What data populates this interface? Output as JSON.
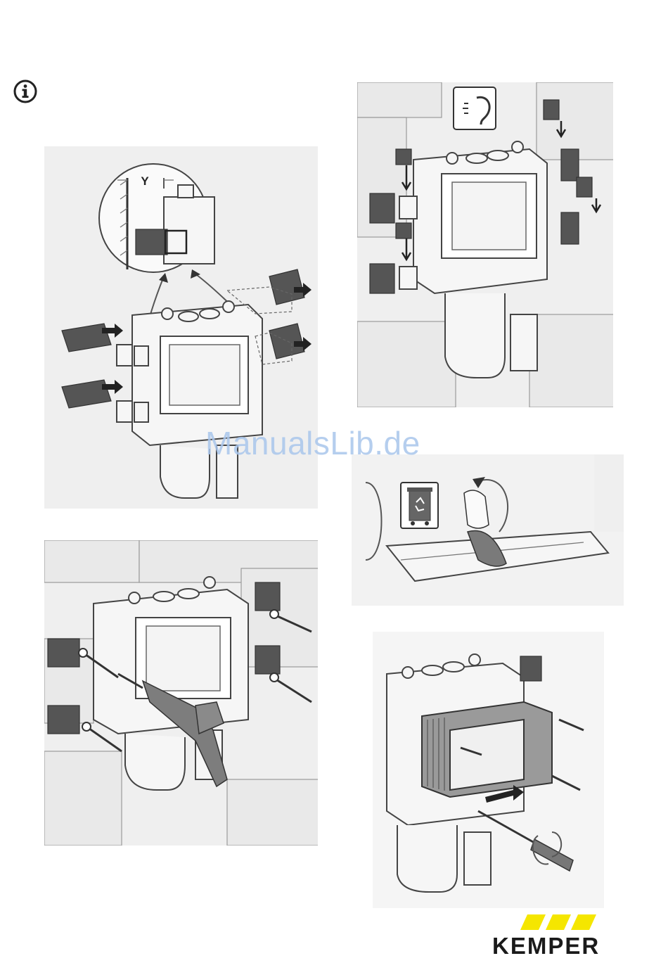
{
  "info": {
    "icon": "info-icon"
  },
  "panels": {
    "bracket_adjust": {
      "label": "Y"
    },
    "drill": {},
    "sound_clips": {
      "icon": "ear-sound-icon"
    },
    "remove_tape": {
      "icon": "recycle-bin-icon"
    },
    "frame_mount": {}
  },
  "watermark": "ManualsLib.de",
  "brand": {
    "name": "KEMPER",
    "stripe_color": "#f5e600",
    "text_color": "#1a1a1a"
  }
}
